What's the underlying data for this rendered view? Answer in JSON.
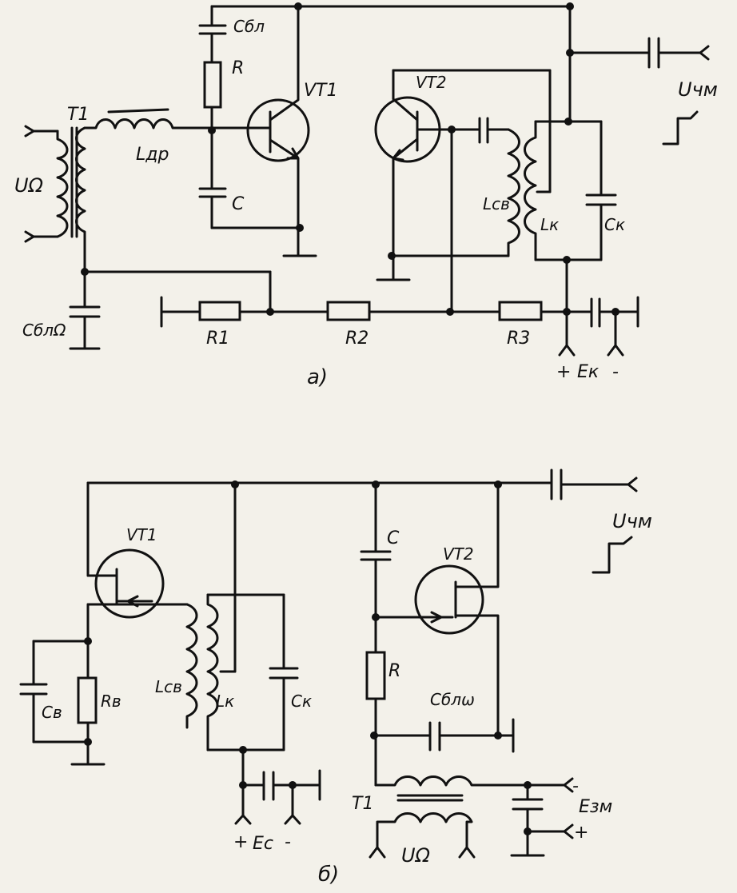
{
  "schematic_a": {
    "caption": "а)",
    "labels": {
      "t1": "T1",
      "u_omega": "UΩ",
      "l_dr": "Lдр",
      "c_bl": "Cбл",
      "r": "R",
      "c": "C",
      "vt1": "VT1",
      "vt2": "VT2",
      "c_bl_omega": "CблΩ",
      "r1": "R1",
      "r2": "R2",
      "r3": "R3",
      "l_sv": "Lсв",
      "l_k": "Lк",
      "c_k": "Cк",
      "u_chm": "Uчм",
      "supply_plus": "+",
      "supply_name": "Eк",
      "supply_minus": "-"
    }
  },
  "schematic_b": {
    "caption": "б)",
    "labels": {
      "vt1": "VT1",
      "vt2": "VT2",
      "c_sh": "Cв",
      "r_sh": "Rв",
      "l_sv": "Lсв",
      "l_k": "Lк",
      "c_k": "Cк",
      "c": "C",
      "r": "R",
      "c_bl_omega": "Cблω",
      "t1": "T1",
      "u_omega": "UΩ",
      "u_chm": "Uчм",
      "supply_plus": "+",
      "supply_name": "Ec",
      "supply_minus": "-",
      "bias_minus": "-",
      "bias_name": "Eзм",
      "bias_plus": "+"
    }
  }
}
